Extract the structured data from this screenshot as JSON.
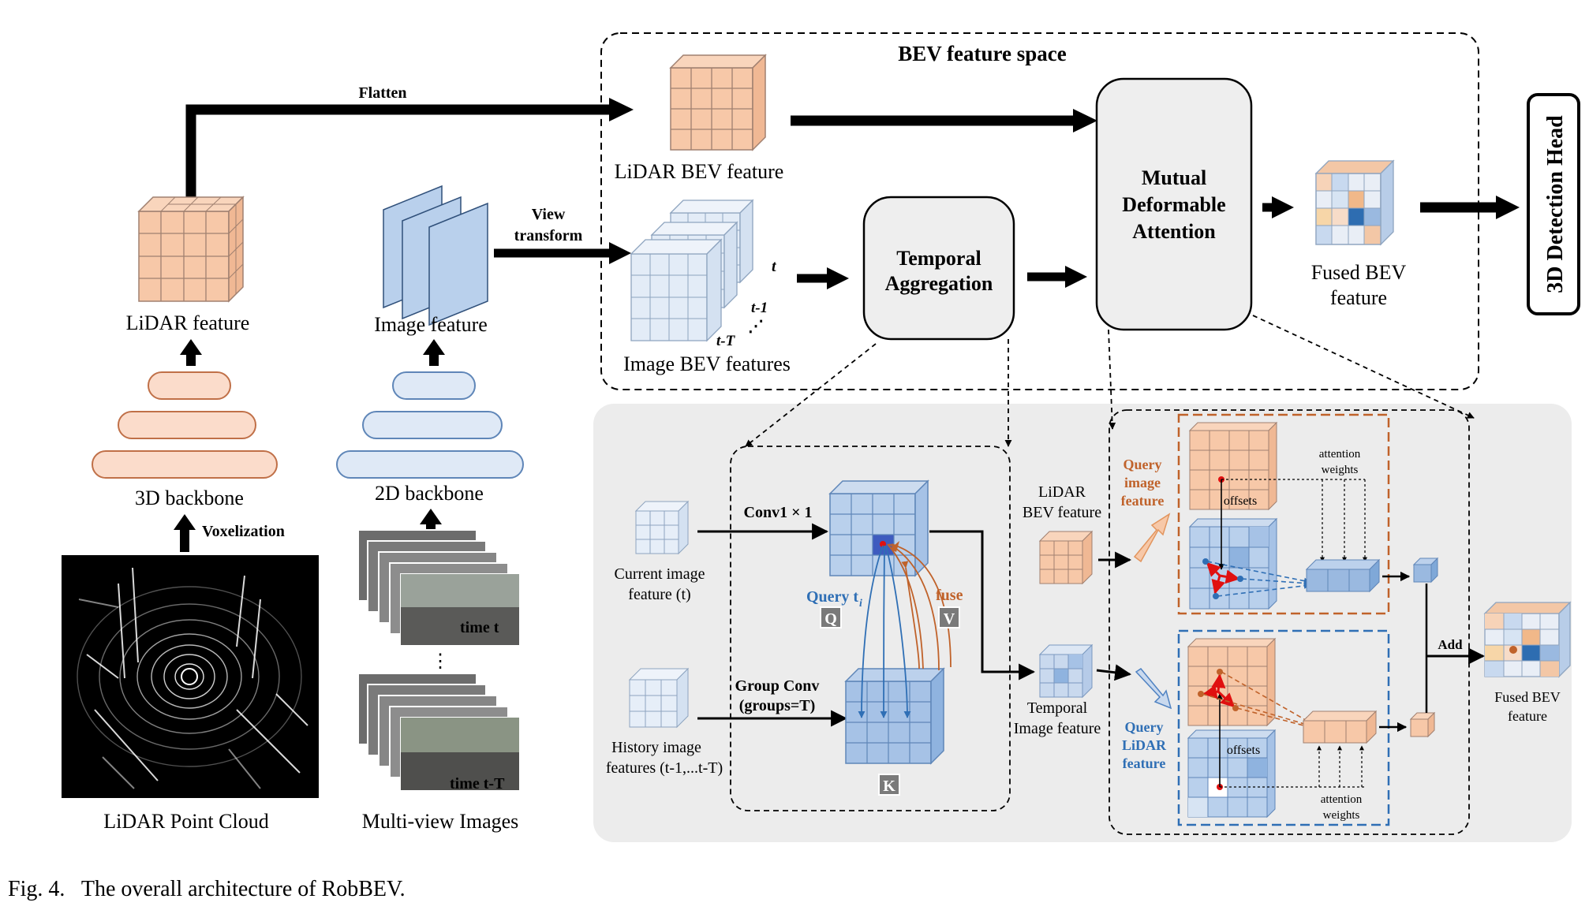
{
  "caption": "Fig. 4.   The overall architecture of RobBEV.",
  "bev_space": {
    "title": "BEV feature space"
  },
  "arrows": {
    "flatten": "Flatten",
    "view_transform_1": "View",
    "view_transform_2": "transform",
    "voxelization": "Voxelization"
  },
  "left": {
    "lidar_feature": "LiDAR  feature",
    "backbone_3d": "3D backbone",
    "lidar_point_cloud": "LiDAR  Point Cloud",
    "image_feature": "Image feature",
    "backbone_2d": "2D backbone",
    "multiview_images": "Multi-view  Images",
    "time_t": "time  t",
    "time_t_minus_T": "time  t-T",
    "dots": "⋮"
  },
  "top": {
    "lidar_bev_feature": "LiDAR  BEV feature",
    "image_bev_features": "Image BEV features",
    "t": "t",
    "t_1": "t-1",
    "t_T": "t-T",
    "temporal_1": "Temporal",
    "temporal_2": "Aggregation",
    "mda_1": "Mutual",
    "mda_2": "Deformable",
    "mda_3": "Attention",
    "fused_1": "Fused BEV",
    "fused_2": "feature",
    "detection_head": "3D Detection Head"
  },
  "bottom": {
    "current_1": "Current image",
    "current_2": "feature (t)",
    "history_1": "History image",
    "history_2": "features (t-1,...t-T)",
    "conv": "Conv1 × 1",
    "group_conv_1": "Group Conv",
    "group_conv_2": "(groups=T)",
    "query_ti": "Query t",
    "query_sub": "i",
    "fuse": "fuse",
    "q": "Q",
    "v": "V",
    "k": "K",
    "lidar_bev_1": "LiDAR",
    "lidar_bev_2": "BEV feature",
    "temporal_img_1": "Temporal",
    "temporal_img_2": "Image feature",
    "query_image_1": "Query",
    "query_image_2": "image",
    "query_image_3": "feature",
    "query_lidar_1": "Query",
    "query_lidar_2": "LiDAR",
    "query_lidar_3": "feature",
    "offsets_top": "offsets",
    "offsets_bottom": "offsets",
    "attn_top_1": "attention",
    "attn_top_2": "weights",
    "attn_bot_1": "attention",
    "attn_bot_2": "weights",
    "add": "Add",
    "fused_1": "Fused BEV",
    "fused_2": "feature"
  },
  "colors": {
    "lidar": "#f7c8a8",
    "image": "#c9d9ee",
    "image_dark": "#7fa8d8",
    "orange_line": "#c0622a",
    "blue_line": "#2f6fb5"
  }
}
